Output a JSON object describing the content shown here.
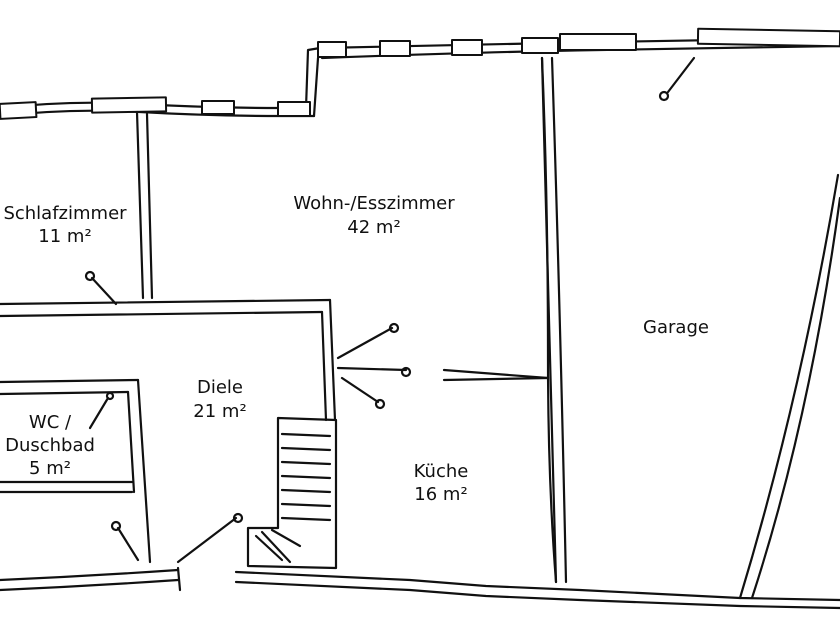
{
  "rooms": {
    "schlafzimmer": {
      "name": "Schlafzimmer",
      "area": "11 m²"
    },
    "wohn_esszimmer": {
      "name": "Wohn-/Esszimmer",
      "area": "42 m²"
    },
    "garage": {
      "name": "Garage"
    },
    "diele": {
      "name": "Diele",
      "area": "21 m²"
    },
    "wc_duschbad": {
      "line1": "WC /",
      "line2": "Duschbad",
      "area": "5 m²"
    },
    "kueche": {
      "name": "Küche",
      "area": "16 m²"
    }
  }
}
